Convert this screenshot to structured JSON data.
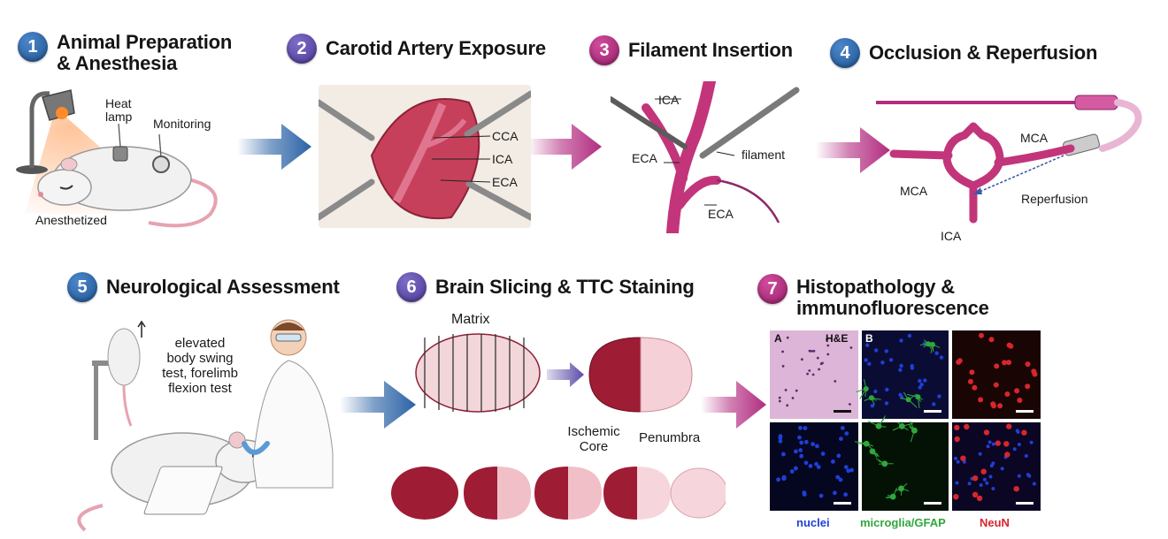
{
  "steps": [
    {
      "number": "1",
      "title_line1": "Animal Preparation",
      "title_line2": "& Anesthesia",
      "color": "#2a62a6"
    },
    {
      "number": "2",
      "title_line1": "Carotid Artery Exposure",
      "title_line2": "",
      "color": "#5b4aa8"
    },
    {
      "number": "3",
      "title_line1": "Filament Insertion",
      "title_line2": "",
      "color": "#b22c80"
    },
    {
      "number": "4",
      "title_line1": "Occlusion & Reperfusion",
      "title_line2": "",
      "color": "#2a62a6"
    },
    {
      "number": "5",
      "title_line1": "Neurological Assessment",
      "title_line2": "",
      "color": "#2a62a6"
    },
    {
      "number": "6",
      "title_line1": "Brain Slicing & TTC Staining",
      "title_line2": "",
      "color": "#5b4aa8"
    },
    {
      "number": "7",
      "title_line1": "Histopathology &",
      "title_line2": "immunofluorescence",
      "color": "#b22c80"
    }
  ],
  "step1": {
    "heat_lamp_line1": "Heat",
    "heat_lamp_line2": "lamp",
    "monitoring": "Monitoring",
    "anesthetized": "Anesthetized"
  },
  "step2": {
    "cca": "CCA",
    "ica": "ICA",
    "eca": "ECA"
  },
  "step3": {
    "ica": "ICA",
    "eca_top": "ECA",
    "filament": "filament",
    "eca_bottom": "ECA"
  },
  "step4": {
    "mca_right": "MCA",
    "mca_left": "MCA",
    "reperfusion": "Reperfusion",
    "ica": "ICA"
  },
  "step5": {
    "test_line1": "elevated",
    "test_line2": "body swing",
    "test_line3": "test, forelimb",
    "test_line4": "flexion test"
  },
  "step6": {
    "matrix": "Matrix",
    "ischemic_line1": "Ischemic",
    "ischemic_line2": "Core",
    "penumbra": "Penumbra"
  },
  "step7": {
    "panel_a": "A",
    "panel_he": "H&E",
    "panel_b": "B",
    "label_nuclei": "nuclei",
    "label_microglia": "microglia/GFAP",
    "label_neun": "NeuN",
    "colors": {
      "nuclei": "#1f3fd6",
      "gfap": "#2fa83c",
      "neun": "#d8262c"
    }
  }
}
